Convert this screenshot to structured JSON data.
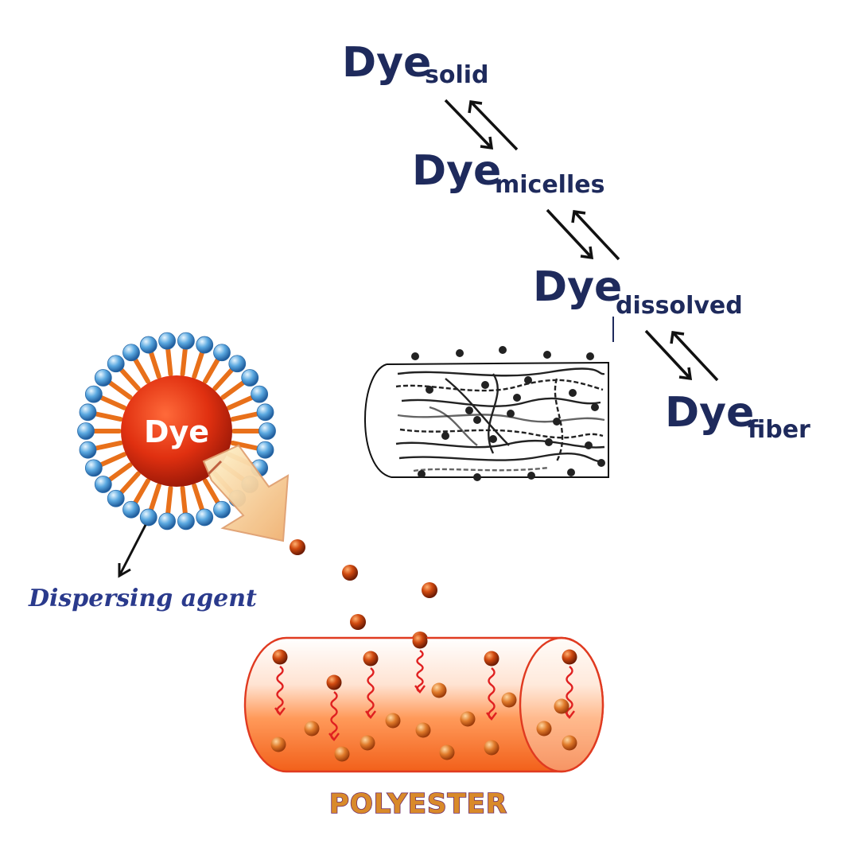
{
  "equilibria": [
    {
      "main": "Dye",
      "subscript": "solid"
    },
    {
      "main": "Dye",
      "subscript": "micelles"
    },
    {
      "main": "Dye",
      "subscript": "dissolved"
    },
    {
      "main": "Dye",
      "subscript": "fiber"
    }
  ],
  "micelle": {
    "core_label": "Dye",
    "agent_label": "Dispersing agent"
  },
  "fiber_label": "POLYESTER",
  "colors": {
    "text_navy": "#1e2a5c",
    "core_red": "#e03010",
    "shell_blue": "#5aa8e0",
    "tail_orange": "#e8701a",
    "particle": "#b03a10",
    "wavy_arrow": "#e02020",
    "cylinder_orange": "#f26a1a"
  },
  "icons": [
    "equilibrium-arrow-icon",
    "down-arrow-icon",
    "diffusion-arrow-icon",
    "wavy-arrow-icon"
  ]
}
